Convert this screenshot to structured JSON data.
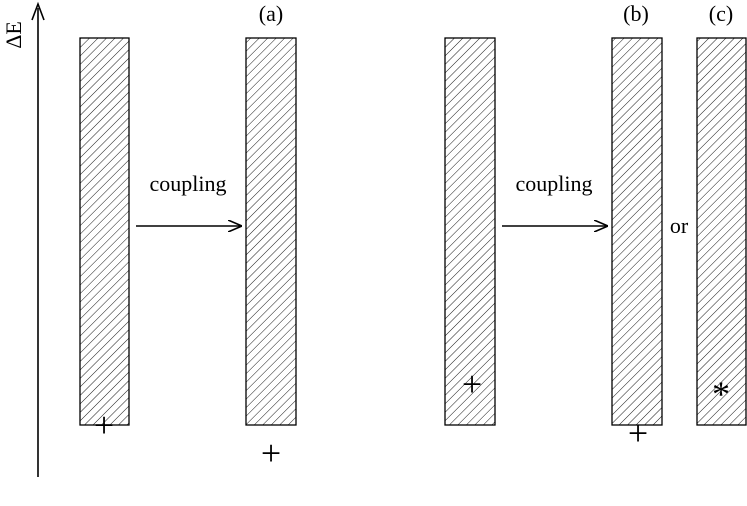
{
  "axis": {
    "label": "ΔE"
  },
  "panel_labels": {
    "a": "(a)",
    "b": "(b)",
    "c": "(c)"
  },
  "arrows": {
    "left_label": "coupling",
    "right_label": "coupling"
  },
  "or_label": "or",
  "markers": {
    "left_initial": "+",
    "a_result": "+",
    "right_initial": "+",
    "b_result": "+",
    "c_result": "*"
  }
}
